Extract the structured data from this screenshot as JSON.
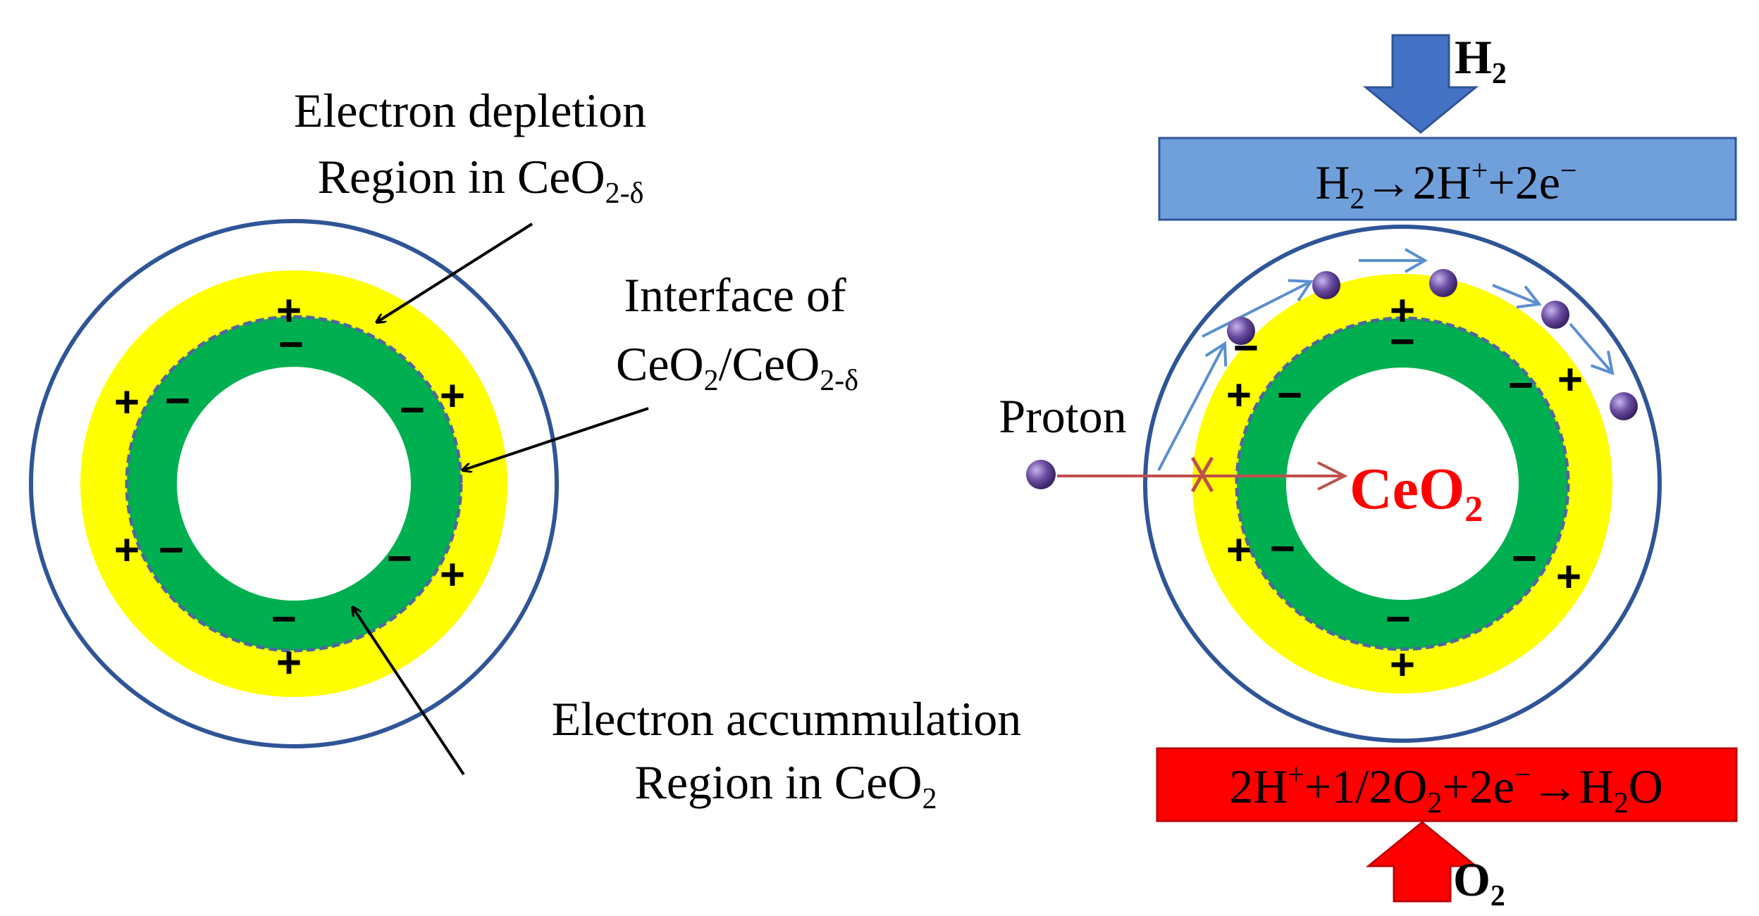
{
  "left_diagram": {
    "depletion_label": {
      "line1": "Electron depletion",
      "line2_main": "Region in CeO",
      "line2_sub": "2-δ"
    },
    "interface_label": {
      "line1": "Interface of",
      "line2_a": "CeO",
      "line2_sub1": "2",
      "line2_b": "/CeO",
      "line2_sub2": "2-δ"
    },
    "accumulation_label": {
      "line1": "Electron accummulation",
      "line2_main": "Region in CeO",
      "line2_sub": "2"
    },
    "plus_sign": "+",
    "minus_sign": "−"
  },
  "right_diagram": {
    "h2_label": {
      "main": "H",
      "sub": "2"
    },
    "o2_label": {
      "main": "O",
      "sub": "2"
    },
    "anode_reaction": {
      "a": "H",
      "a_sub": "2",
      "b": "→2H",
      "b_sup": "+",
      "c": "+2e",
      "c_sup": "−"
    },
    "cathode_reaction": {
      "a": "2H",
      "a_sup": "+",
      "b": "+1/2O",
      "b_sub": "2",
      "c": "+2e",
      "c_sup": "−",
      "d": "→H",
      "d_sub": "2",
      "e": "O"
    },
    "proton_label": "Proton",
    "core_label": {
      "main": "CeO",
      "sub": "2"
    },
    "plus_sign": "+",
    "minus_sign": "−"
  },
  "colors": {
    "shell_outline": "#2f5597",
    "depletion_fill": "#ffff00",
    "accumulation_fill": "#00b050",
    "dashed_interface": "#4a6a9a",
    "anode_box": "#6fa0dc",
    "cathode_box": "#ff0000",
    "h2_arrow": "#4472c4",
    "o2_arrow": "#ff0000",
    "proton": "#6a4ca0",
    "blocked_path": "#c0504d",
    "surface_path": "#5b8fd0",
    "core_label": "#ff0000"
  }
}
